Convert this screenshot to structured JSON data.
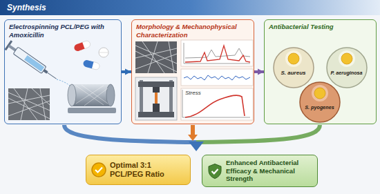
{
  "diagram": {
    "title": "Synthesis",
    "nodes": [
      {
        "text": [
          "Electrospinning PCL/PEG with Amoxicillin"
        ]
      },
      {
        "text": [
          "Morphology & Mechanophysical Characterization"
        ]
      },
      {
        "text": [
          "Antibacterial Testing"
        ]
      },
      {
        "text": [
          "S. aureus"
        ],
        "in": 2
      },
      {
        "text": [
          "P. aeruginosa"
        ],
        "in": 2
      },
      {
        "text": [
          "S. pyogenes"
        ],
        "in": 2
      },
      {
        "text": [
          "Optimal 3:1 PCL/PEG Ratio"
        ]
      },
      {
        "text": [
          "Enhanced Antibacterial Efficacy & Mechanical Strength"
        ]
      }
    ],
    "edges": [
      {
        "from": 0,
        "to": 1,
        "arrow": "to"
      },
      {
        "from": 1,
        "to": 2,
        "arrow": "to"
      }
    ],
    "labels": [
      "Stress"
    ]
  }
}
